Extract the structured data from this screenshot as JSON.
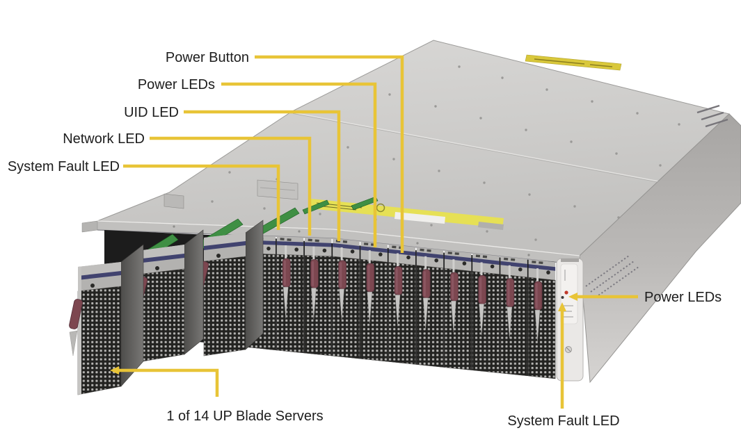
{
  "background_color": "#ffffff",
  "leader_line_color": "#e8c437",
  "label_text_color": "#1d1d1d",
  "chassis": {
    "blade_slots_front_row": 14,
    "blades_pulled_out": 3
  },
  "callouts": {
    "power_button": {
      "label": "Power Button"
    },
    "power_leds_left": {
      "label": "Power LEDs"
    },
    "uid_led": {
      "label": "UID LED"
    },
    "network_led": {
      "label": "Network LED"
    },
    "system_fault_led_left": {
      "label": "System Fault LED"
    },
    "power_leds_right": {
      "label": "Power LEDs"
    },
    "system_fault_led_bottom": {
      "label": "System Fault LED"
    },
    "blade_servers": {
      "label": "1 of 14 UP Blade Servers"
    }
  }
}
